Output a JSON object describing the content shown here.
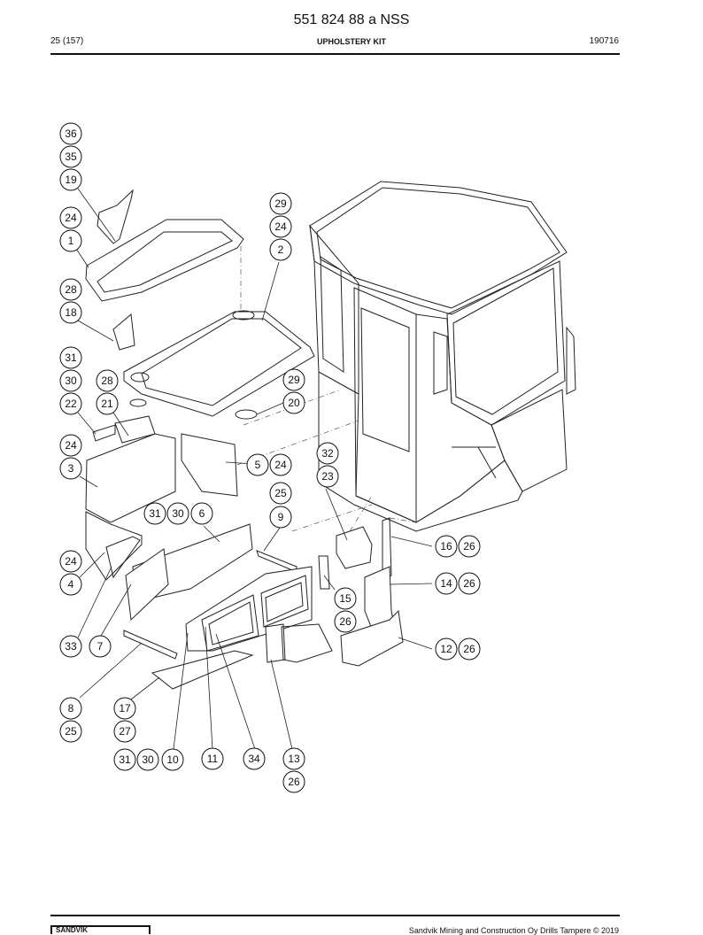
{
  "header": {
    "document_number": "551 824 88 a NSS",
    "page": "25 (157)",
    "title": "UPHOLSTERY KIT",
    "date": "190716"
  },
  "footer": {
    "copyright": "Sandvik Mining and Construction Oy Drills Tampere © 2019",
    "logo_label": "SANDVIK"
  },
  "balloons": [
    {
      "id": "b36",
      "label": "36"
    },
    {
      "id": "b35",
      "label": "35"
    },
    {
      "id": "b19",
      "label": "19"
    },
    {
      "id": "b24a",
      "label": "24"
    },
    {
      "id": "b1",
      "label": "1"
    },
    {
      "id": "b28a",
      "label": "28"
    },
    {
      "id": "b18",
      "label": "18"
    },
    {
      "id": "b31a",
      "label": "31"
    },
    {
      "id": "b30a",
      "label": "30"
    },
    {
      "id": "b28b",
      "label": "28"
    },
    {
      "id": "b22",
      "label": "22"
    },
    {
      "id": "b21",
      "label": "21"
    },
    {
      "id": "b24b",
      "label": "24"
    },
    {
      "id": "b3",
      "label": "3"
    },
    {
      "id": "b29a",
      "label": "29"
    },
    {
      "id": "b24c",
      "label": "24"
    },
    {
      "id": "b2",
      "label": "2"
    },
    {
      "id": "b29b",
      "label": "29"
    },
    {
      "id": "b20",
      "label": "20"
    },
    {
      "id": "b5",
      "label": "5"
    },
    {
      "id": "b24d",
      "label": "24"
    },
    {
      "id": "b32",
      "label": "32"
    },
    {
      "id": "b23",
      "label": "23"
    },
    {
      "id": "b25a",
      "label": "25"
    },
    {
      "id": "b9",
      "label": "9"
    },
    {
      "id": "b31b",
      "label": "31"
    },
    {
      "id": "b30b",
      "label": "30"
    },
    {
      "id": "b6",
      "label": "6"
    },
    {
      "id": "b16",
      "label": "16"
    },
    {
      "id": "b26a",
      "label": "26"
    },
    {
      "id": "b14",
      "label": "14"
    },
    {
      "id": "b26b",
      "label": "26"
    },
    {
      "id": "b24e",
      "label": "24"
    },
    {
      "id": "b4",
      "label": "4"
    },
    {
      "id": "b15",
      "label": "15"
    },
    {
      "id": "b26c",
      "label": "26"
    },
    {
      "id": "b33",
      "label": "33"
    },
    {
      "id": "b7",
      "label": "7"
    },
    {
      "id": "b12",
      "label": "12"
    },
    {
      "id": "b26d",
      "label": "26"
    },
    {
      "id": "b8",
      "label": "8"
    },
    {
      "id": "b17",
      "label": "17"
    },
    {
      "id": "b25b",
      "label": "25"
    },
    {
      "id": "b27",
      "label": "27"
    },
    {
      "id": "b31c",
      "label": "31"
    },
    {
      "id": "b30c",
      "label": "30"
    },
    {
      "id": "b10",
      "label": "10"
    },
    {
      "id": "b11",
      "label": "11"
    },
    {
      "id": "b34",
      "label": "34"
    },
    {
      "id": "b13",
      "label": "13"
    },
    {
      "id": "b26e",
      "label": "26"
    }
  ]
}
